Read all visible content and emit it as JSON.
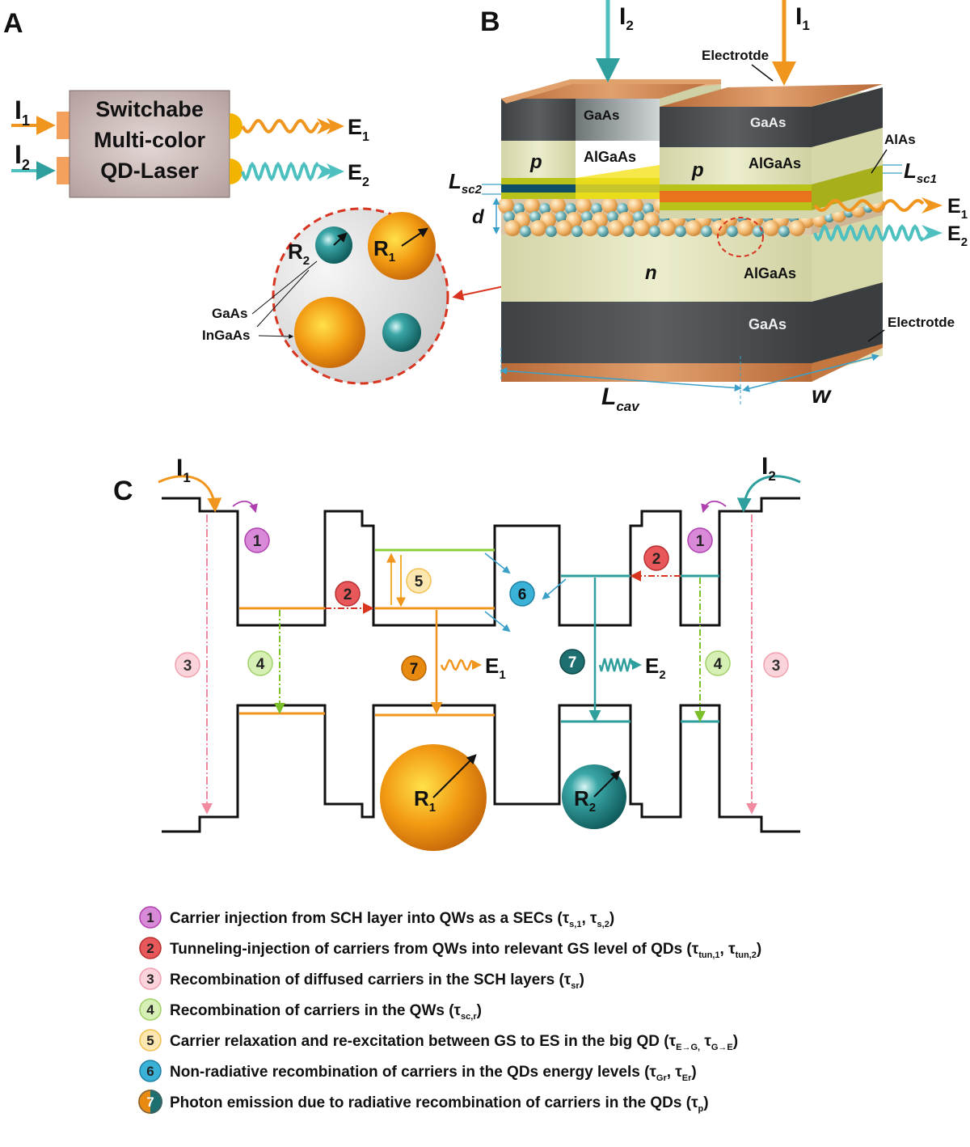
{
  "panels": {
    "a": "A",
    "b": "B",
    "c": "C"
  },
  "panel_a": {
    "box_line1": "Switchabe",
    "box_line2": "Multi-color",
    "box_line3": "QD-Laser",
    "i1": "I",
    "i1_sub": "1",
    "i2": "I",
    "i2_sub": "2",
    "e1": "E",
    "e1_sub": "1",
    "e2": "E",
    "e2_sub": "2"
  },
  "panel_b": {
    "electrode_top": "Electrotde",
    "electrode_bottom": "Electrotde",
    "gaas_left": "GaAs",
    "algaas_left": "AlGaAs",
    "p_left": "p",
    "gaas_right": "GaAs",
    "algaas_right": "AlGaAs",
    "p_right": "p",
    "alas": "AlAs",
    "lsc2": "L",
    "lsc2_sub": "sc2",
    "lsc1": "L",
    "lsc1_sub": "sc1",
    "d": "d",
    "n": "n",
    "algaas_bottom": "AlGaAs",
    "gaas_bottom": "GaAs",
    "lcav": "L",
    "lcav_sub": "cav",
    "w": "w",
    "i1": "I",
    "i1_sub": "1",
    "i2": "I",
    "i2_sub": "2",
    "e1": "E",
    "e1_sub": "1",
    "e2": "E",
    "e2_sub": "2",
    "inset_r1": "R",
    "inset_r1_sub": "1",
    "inset_r2": "R",
    "inset_r2_sub": "2",
    "inset_gaas": "GaAs",
    "inset_ingaas": "InGaAs"
  },
  "panel_c": {
    "i1": "I",
    "i1_sub": "1",
    "i2": "I",
    "i2_sub": "2",
    "e1": "E",
    "e1_sub": "1",
    "e2": "E",
    "e2_sub": "2",
    "r1": "R",
    "r1_sub": "1",
    "r2": "R",
    "r2_sub": "2",
    "badge_labels": [
      "1",
      "2",
      "3",
      "4",
      "5",
      "6",
      "7"
    ]
  },
  "legend": [
    {
      "num": "1",
      "text": "Carrier injection from SCH layer into QWs as a SECs (τ",
      "tail": [
        {
          "sub": "s,1"
        },
        {
          "t": ",  τ"
        },
        {
          "sub": "s,2"
        },
        {
          "t": ")"
        }
      ]
    },
    {
      "num": "2",
      "text": "Tunneling-injection of carriers from QWs into relevant GS level of QDs (τ",
      "tail": [
        {
          "sub": "tun,1"
        },
        {
          "t": ", τ"
        },
        {
          "sub": "tun,2"
        },
        {
          "t": ")"
        }
      ]
    },
    {
      "num": "3",
      "text": "Recombination of diffused carriers in the SCH layers (τ",
      "tail": [
        {
          "sub": "sr"
        },
        {
          "t": ")"
        }
      ]
    },
    {
      "num": "4",
      "text": "Recombination of carriers in the QWs (τ",
      "tail": [
        {
          "sub": "sc,r"
        },
        {
          "t": ")"
        }
      ]
    },
    {
      "num": "5",
      "text": "Carrier relaxation and re-excitation between GS to ES in the big QD (τ",
      "tail": [
        {
          "sub": "E→G,"
        },
        {
          "t": " τ"
        },
        {
          "sub": "G→E"
        },
        {
          "t": ")"
        }
      ]
    },
    {
      "num": "6",
      "text": "Non-radiative recombination of carriers in the QDs energy levels (τ",
      "tail": [
        {
          "sub": "Gr"
        },
        {
          "t": ", τ"
        },
        {
          "sub": "Er"
        },
        {
          "t": ")"
        }
      ]
    },
    {
      "num": "7",
      "text": "Photon emission due to radiative recombination of carriers in the QDs (τ",
      "tail": [
        {
          "sub": "p"
        },
        {
          "t": ")"
        }
      ]
    }
  ],
  "colors": {
    "orange": "#f0961e",
    "teal": "#4fc0c0",
    "dark_teal": "#1e8a88",
    "red": "#d9341f",
    "pink": "#f08aa0",
    "green": "#7bbf2a",
    "purple": "#c040c0",
    "gaas_dark": "#4a4d4f",
    "algaas": "#dedfb6",
    "electrode": "#c97a45",
    "box_fill": "#c9b6b4"
  },
  "icons": {
    "badge": "numbered-circle-icon",
    "wave": "wavy-arrow-icon",
    "arrow": "straight-arrow-icon"
  }
}
